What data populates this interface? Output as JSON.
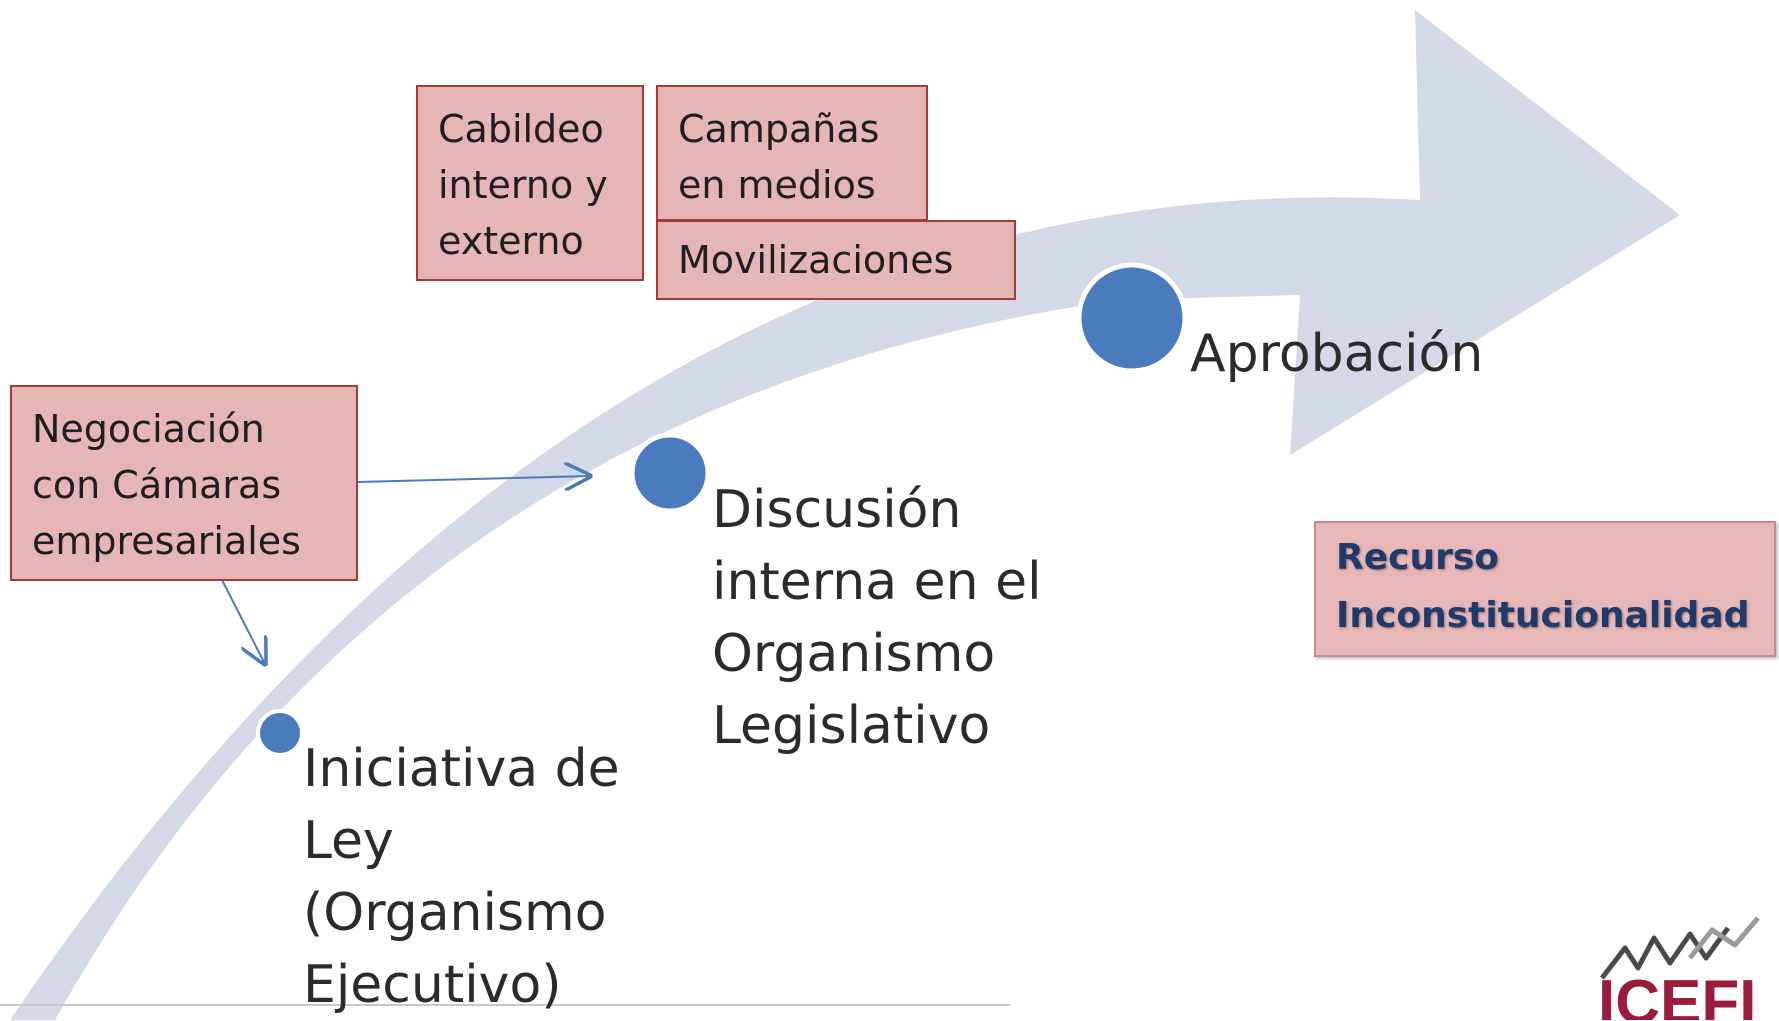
{
  "stages": [
    {
      "label": "Iniciativa de\nLey\n(Organismo\nEjecutivo)"
    },
    {
      "label": "Discusión\ninterna en el\nOrganismo\nLegislativo"
    },
    {
      "label": "Aprobación"
    }
  ],
  "boxes": {
    "negociacion": "Negociación\ncon Cámaras\nempresariales",
    "cabildeo": "Cabildeo\ninterno y\nexterno",
    "campanas": "Campañas\nen medios",
    "movilizaciones": "Movilizaciones",
    "recurso": "Recurso\nInconstitucionalidad"
  },
  "logo": {
    "text": "ICEFI"
  },
  "colors": {
    "arrow": "#d3d9e6",
    "dot": "#4a7bbd",
    "box_fill": "#e6b6b6",
    "box_border": "#a23a3a",
    "recurso_text": "#1f3a6b",
    "connector": "#4a7bbd",
    "logo": "#9b1b3a"
  }
}
